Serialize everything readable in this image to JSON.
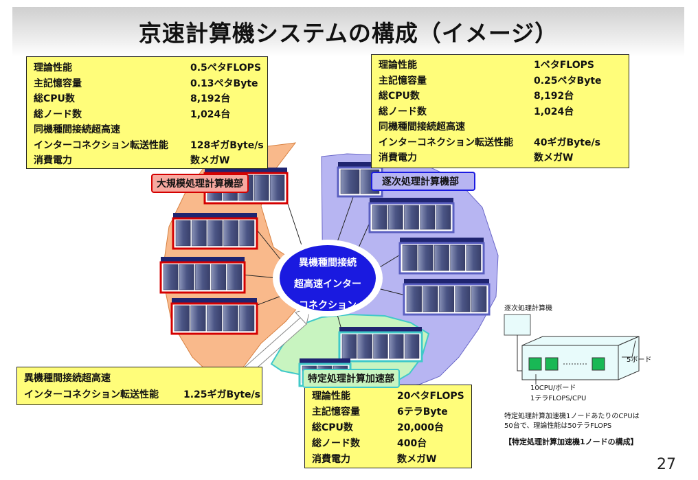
{
  "title": "京速計算機システムの構成（イメージ）",
  "spec_boxes": {
    "vector": {
      "rows": [
        {
          "label": "理論性能",
          "value": "0.5ペタFLOPS"
        },
        {
          "label": "主記憶容量",
          "value": "0.13ペタByte"
        },
        {
          "label": "総CPU数",
          "value": "8,192台"
        },
        {
          "label": "総ノード数",
          "value": "1,024台"
        },
        {
          "label": "同機種間接続超高速",
          "value": ""
        },
        {
          "label": "インターコネクション転送性能",
          "value": "128ギガByte/s"
        },
        {
          "label": "消費電力",
          "value": "数メガW"
        }
      ]
    },
    "scalar": {
      "rows": [
        {
          "label": "理論性能",
          "value": "1ペタFLOPS"
        },
        {
          "label": "主記憶容量",
          "value": "0.25ペタByte"
        },
        {
          "label": "総CPU数",
          "value": "8,192台"
        },
        {
          "label": "総ノード数",
          "value": "1,024台"
        },
        {
          "label": "同機種間接続超高速",
          "value": ""
        },
        {
          "label": "インターコネクション転送性能",
          "value": "40ギガByte/s"
        },
        {
          "label": "消費電力",
          "value": "数メガW"
        }
      ]
    },
    "interconnect": {
      "rows": [
        {
          "label": "異機種間接続超高速",
          "value": ""
        },
        {
          "label": "インターコネクション転送性能",
          "value": "1.25ギガByte/s"
        }
      ]
    },
    "accelerator": {
      "rows": [
        {
          "label": "理論性能",
          "value": "20ペタFLOPS"
        },
        {
          "label": "主記憶容量",
          "value": "6テラByte"
        },
        {
          "label": "総CPU数",
          "value": "20,000台"
        },
        {
          "label": "総ノード数",
          "value": "400台"
        },
        {
          "label": "消費電力",
          "value": "数メガW"
        }
      ]
    }
  },
  "tags": {
    "vector": "大規模処理計算機部",
    "scalar": "逐次処理計算機部",
    "accelerator": "特定処理計算加速部"
  },
  "hub": {
    "line1": "異機種間接続",
    "line2": "超高速インター",
    "line3": "コネクション"
  },
  "node_figure": {
    "caption_top": "逐次処理計算機",
    "boards": "5ボード",
    "cpu_per_board": "10CPU/ボード",
    "flops_per_cpu": "1テラFLOPS/CPU",
    "note_line1": "特定処理計算加速機1ノードあたりのCPUは",
    "note_line2": "50台で、理論性能は50テラFLOPS",
    "figure_caption": "【特定処理計算加速機1ノードの構成】"
  },
  "page_number": "27",
  "colors": {
    "vector_sector": "#f9b98b",
    "scalar_sector": "#b7b5f2",
    "accelerator_sector": "#c8f4c0",
    "hub": "#1a1ae0",
    "spec_box": "#fffd7a"
  }
}
